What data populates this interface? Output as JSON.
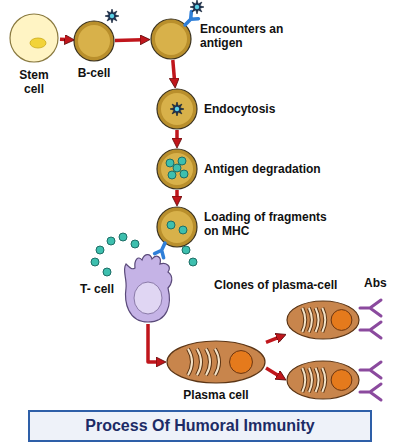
{
  "diagram": {
    "title": "Process Of Humoral Immunity",
    "nodes": [
      {
        "text": [
          "Stem cell"
        ]
      },
      {
        "text": [
          "B-cell"
        ]
      },
      {
        "text": [
          "Encounters an antigen"
        ]
      },
      {
        "text": [
          "Endocytosis"
        ]
      },
      {
        "text": [
          "Antigen degradation"
        ]
      },
      {
        "text": [
          "Loading of fragments on MHC"
        ]
      },
      {
        "text": [
          "T- cell"
        ]
      },
      {
        "text": [
          "Plasma cell"
        ]
      },
      {
        "text": [
          "Clones of plasma-cell"
        ]
      }
    ],
    "edges": [
      {
        "from": 0,
        "to": 1,
        "arrow": "to"
      },
      {
        "from": 1,
        "to": 2,
        "arrow": "to"
      },
      {
        "from": 2,
        "to": 3,
        "arrow": "to"
      },
      {
        "from": 3,
        "to": 4,
        "arrow": "to"
      },
      {
        "from": 4,
        "to": 5,
        "arrow": "to"
      },
      {
        "from": 6,
        "to": 7,
        "arrow": "to"
      },
      {
        "from": 7,
        "to": 8,
        "arrow": "to"
      }
    ],
    "labels": [
      "Abs"
    ]
  }
}
